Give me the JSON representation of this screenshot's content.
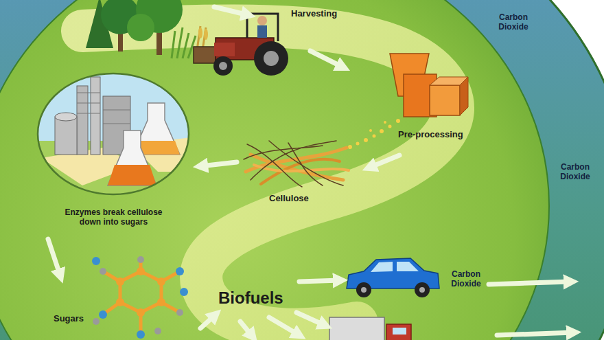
{
  "diagram": {
    "labels": [
      "Harvesting",
      "Carbon Dioxide",
      "Pre-processing",
      "Carbon Dioxide",
      "Cellulose",
      "Enzymes break cellulose down into sugars",
      "Sugars",
      "Biofuels",
      "Carbon Dioxide"
    ]
  }
}
